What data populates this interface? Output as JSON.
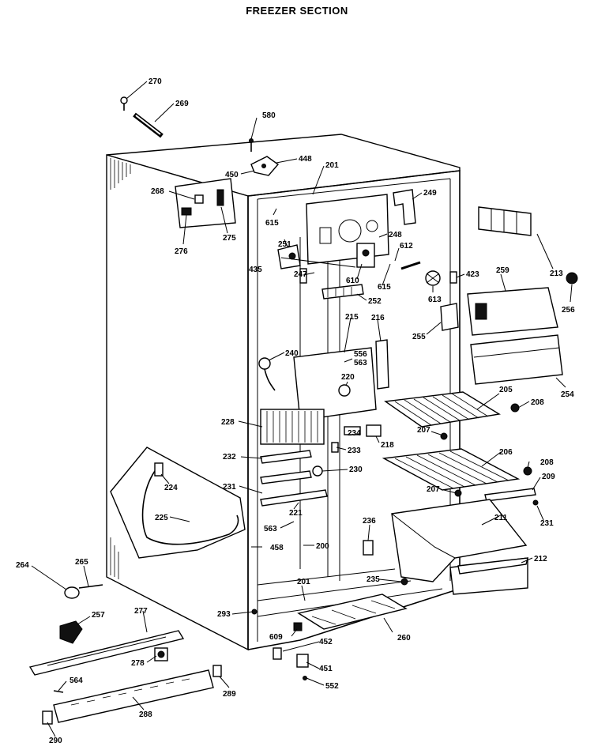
{
  "title": "FREEZER SECTION",
  "labels": {
    "l270": "270",
    "l269": "269",
    "l580": "580",
    "l448": "448",
    "l450": "450",
    "l201a": "201",
    "l268": "268",
    "l275": "275",
    "l276": "276",
    "l249": "249",
    "l213": "213",
    "l615a": "615",
    "l251": "251",
    "l248": "248",
    "l612": "612",
    "l435": "435",
    "l247": "247",
    "l610": "610",
    "l615b": "615",
    "l613": "613",
    "l423": "423",
    "l259": "259",
    "l256": "256",
    "l252": "252",
    "l215": "215",
    "l216": "216",
    "l255": "255",
    "l240": "240",
    "l556": "556",
    "l563a": "563",
    "l220": "220",
    "l254": "254",
    "l205": "205",
    "l208a": "208",
    "l228": "228",
    "l234": "234",
    "l218": "218",
    "l207a": "207",
    "l232": "232",
    "l233": "233",
    "l206": "206",
    "l208b": "208",
    "l224": "224",
    "l230": "230",
    "l209": "209",
    "l231a": "231",
    "l207b": "207",
    "l221": "221",
    "l231b": "231",
    "l225": "225",
    "l563b": "563",
    "l236": "236",
    "l211": "211",
    "l458": "458",
    "l200": "200",
    "l212": "212",
    "l264": "264",
    "l265": "265",
    "l235": "235",
    "l201b": "201",
    "l257": "257",
    "l277": "277",
    "l293": "293",
    "l260": "260",
    "l609": "609",
    "l452": "452",
    "l278": "278",
    "l451": "451",
    "l564": "564",
    "l289": "289",
    "l552": "552",
    "l288": "288",
    "l290": "290"
  }
}
